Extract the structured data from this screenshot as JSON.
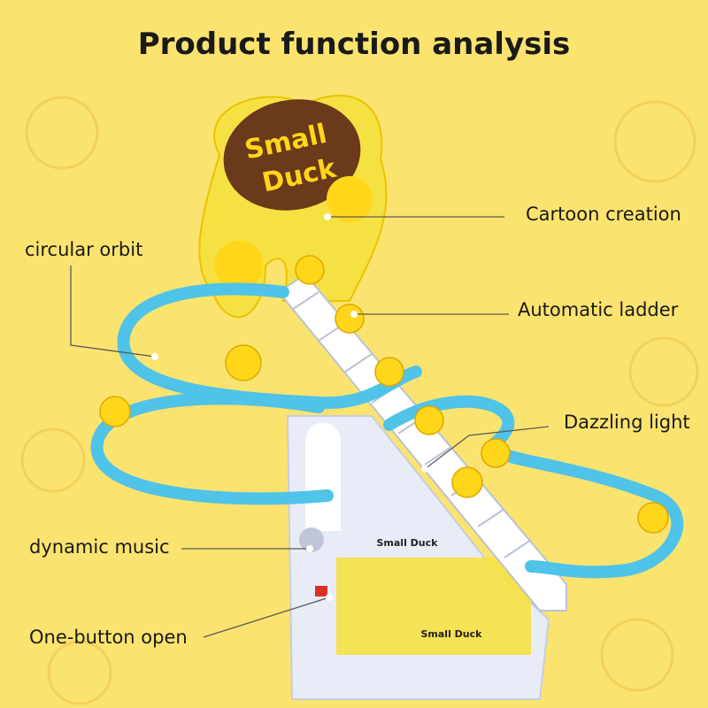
{
  "title": "Product function analysis",
  "sign": {
    "line1": "Small",
    "line2": "Duck"
  },
  "base_label_1": "Small Duck",
  "base_label_2": "Small Duck",
  "callouts": {
    "cartoon_creation": "Cartoon creation",
    "circular_orbit": "circular orbit",
    "automatic_ladder": "Automatic ladder",
    "dazzling_light": "Dazzling light",
    "dynamic_music": "dynamic music",
    "one_button_open": "One-button open"
  },
  "colors": {
    "background": "#fbe36f",
    "track": "#4fc3e8",
    "duck": "#ffd61a",
    "sign": "#6b3a1a",
    "stairs": "#ffffff"
  }
}
